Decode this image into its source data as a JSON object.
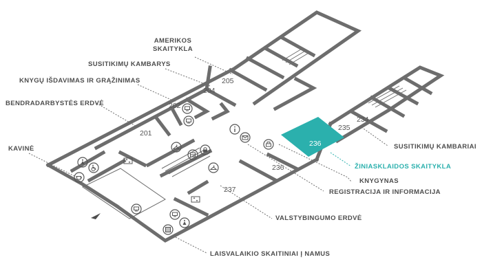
{
  "colors": {
    "wall": "#6d6d6d",
    "text": "#4d4d4d",
    "accent": "#2bb0ad",
    "background": "#ffffff"
  },
  "callouts": {
    "amerikos_line1": "AMERIKOS",
    "amerikos_line2": "SKAITYKLA",
    "susitikimu_kambarys": "SUSITIKIMŲ KAMBARYS",
    "knygu_isdavimas": "KNYGŲ IŠDAVIMAS IR GRĄŽINIMAS",
    "bendradarbystes": "BENDRADARBYSTĖS ERDVĖ",
    "kavine": "KAVINĖ",
    "susitikimu_kambariai": "SUSITIKIMŲ KAMBARIAI",
    "ziniasklaidos": "ŽINIASKLAIDOS SKAITYKLA",
    "knygynas": "KNYGYNAS",
    "registracija": "REGISTRACIJA IR INFORMACIJA",
    "valstybingumo": "VALSTYBINGUMO ERDVĖ",
    "laisvalaikio": "LAISVALAIKIO SKAITINIAI Į NAMUS"
  },
  "rooms": {
    "r201": "201",
    "r202": "202",
    "r204": "204",
    "r205": "205",
    "r234": "234",
    "r235": "235",
    "r236_highlight": "236",
    "r236": "236",
    "r237": "237"
  },
  "icons": [
    "info-icon",
    "mail-icon",
    "printer-icon",
    "wc-icon",
    "wheelchair-icon",
    "coffee-icon",
    "hanger-icon",
    "locker-icon",
    "elevator-icon",
    "computer-icon",
    "north-arrow-icon"
  ]
}
